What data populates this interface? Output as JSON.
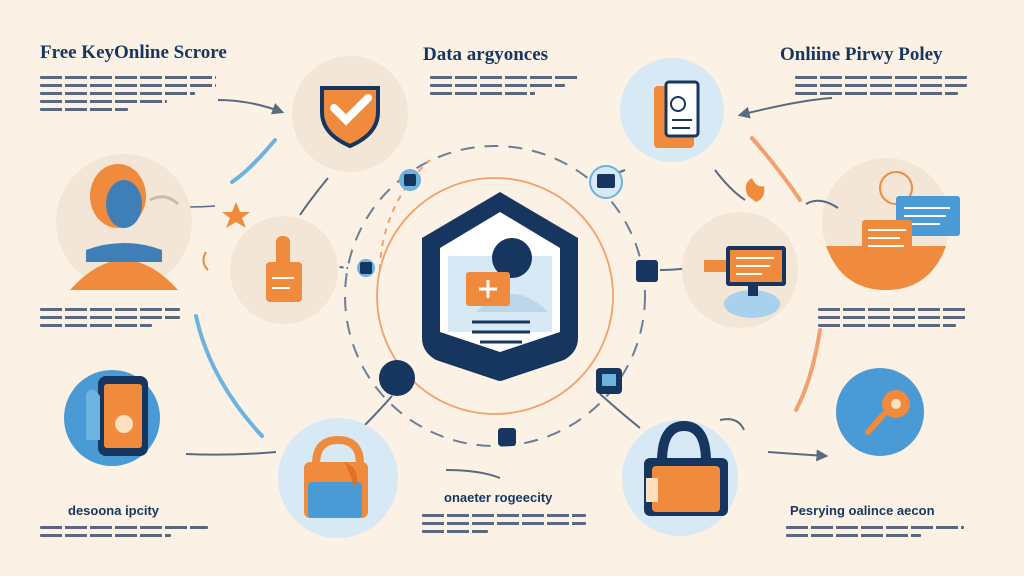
{
  "headings": {
    "top_left": "Free KeyOnline Scrore",
    "top_center": "Data argyonces",
    "top_right": "Onliine Pirwy Poley",
    "bottom_left": "desoona ipcity",
    "bottom_center": "onaeter rogeecity",
    "bottom_right": "Pesrying oalince aecon"
  },
  "colors": {
    "background": "#fbf1e4",
    "navy": "#17365f",
    "orange": "#f08a3c",
    "sky_blue": "#6db3e0",
    "pale_blue": "#d6e9f5",
    "circle_beige": "#f3e6d6"
  },
  "icons": {
    "top_left_node": "shield-check-icon",
    "left_node": "person-avatar-icon",
    "left_mid_node": "hand-raise-icon",
    "bottom_left_node": "smartphone-icon",
    "bottom_center_left_node": "shopping-bag-icon",
    "center_node": "house-shield-profile-icon",
    "top_right_node": "id-document-icon",
    "right_mid_node": "computer-monitor-icon",
    "right_node": "browser-window-icon",
    "bottom_right_lock_node": "padlock-icon",
    "bottom_right_node": "key-icon"
  }
}
